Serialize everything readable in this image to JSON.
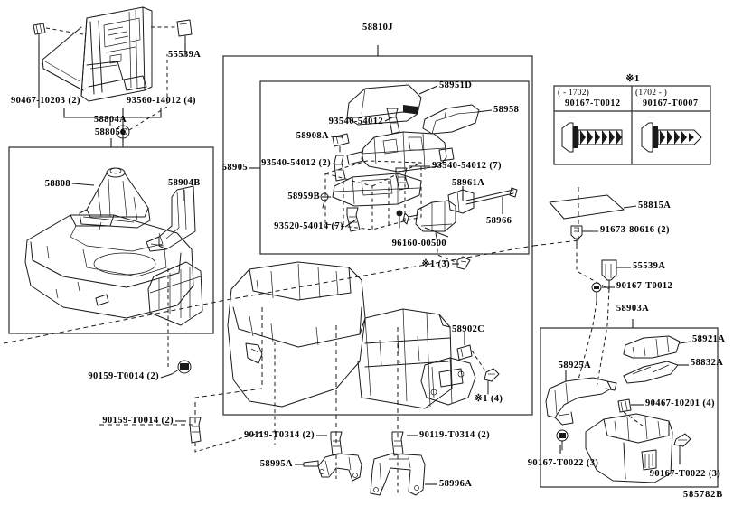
{
  "diagram": {
    "code": "585782B",
    "note_marker": "※1",
    "title_group": "58810J"
  },
  "groups": {
    "console_upper_assy": "58810J",
    "armrest_box_assy": "58905",
    "console_box_assy": "58805C",
    "shift_panel_group": "58804A",
    "rear_console_group": "58903A"
  },
  "labels": {
    "top_left": [
      {
        "id": "l_90467_10203",
        "text": "90467-10203 (2)"
      },
      {
        "id": "l_93560_14012",
        "text": "93560-14012 (4)"
      },
      {
        "id": "l_55539A_top",
        "text": "55539A"
      },
      {
        "id": "l_58804A",
        "text": "58804A"
      },
      {
        "id": "l_58805C",
        "text": "58805C"
      }
    ],
    "console_box": [
      {
        "id": "l_58808",
        "text": "58808"
      },
      {
        "id": "l_58904B",
        "text": "58904B"
      }
    ],
    "upper_assy": [
      {
        "id": "l_58810J",
        "text": "58810J"
      },
      {
        "id": "l_58905",
        "text": "58905"
      },
      {
        "id": "l_58951D",
        "text": "58951D"
      },
      {
        "id": "l_58958",
        "text": "58958"
      },
      {
        "id": "l_93540_54012",
        "text": "93540-54012"
      },
      {
        "id": "l_58908A",
        "text": "58908A"
      },
      {
        "id": "l_93540_54012_2",
        "text": "93540-54012 (2)"
      },
      {
        "id": "l_93540_54012_7",
        "text": "93540-54012 (7)"
      },
      {
        "id": "l_58959B",
        "text": "58959B"
      },
      {
        "id": "l_58961A",
        "text": "58961A"
      },
      {
        "id": "l_58966",
        "text": "58966"
      },
      {
        "id": "l_93520_54014_7",
        "text": "93520-54014 (7)"
      },
      {
        "id": "l_96160_00500",
        "text": "96160-00500"
      },
      {
        "id": "l_note1_3",
        "text": "※1 (3)"
      },
      {
        "id": "l_58902C",
        "text": "58902C"
      },
      {
        "id": "l_note1_4",
        "text": "※1 (4)"
      }
    ],
    "right_column": [
      {
        "id": "l_58815A",
        "text": "58815A"
      },
      {
        "id": "l_91673_80616",
        "text": "91673-80616 (2)"
      },
      {
        "id": "l_55539A_right",
        "text": "55539A"
      },
      {
        "id": "l_90167_T0012_right",
        "text": "90167-T0012"
      },
      {
        "id": "l_58903A",
        "text": "58903A"
      }
    ],
    "rear_console": [
      {
        "id": "l_58921A",
        "text": "58921A"
      },
      {
        "id": "l_58832A",
        "text": "58832A"
      },
      {
        "id": "l_58925A",
        "text": "58925A"
      },
      {
        "id": "l_90467_10201",
        "text": "90467-10201 (4)"
      },
      {
        "id": "l_90167_T0022_left",
        "text": "90167-T0022 (3)"
      },
      {
        "id": "l_90167_T0022_right",
        "text": "90167-T0022 (3)"
      }
    ],
    "bottom": [
      {
        "id": "l_90159_T0014_a",
        "text": "90159-T0014 (2)"
      },
      {
        "id": "l_90159_T0014_b",
        "text": "90159-T0014 (2)"
      },
      {
        "id": "l_90119_T0314_a",
        "text": "90119-T0314 (2)"
      },
      {
        "id": "l_90119_T0314_b",
        "text": "90119-T0314 (2)"
      },
      {
        "id": "l_58995A",
        "text": "58995A"
      },
      {
        "id": "l_58996A",
        "text": "58996A"
      }
    ]
  },
  "note_table": {
    "marker": "※1",
    "columns": [
      {
        "range": "(    - 1702)",
        "part": "90167-T0012",
        "icon": "screw-round-head-icon"
      },
      {
        "range": "(1702 -    )",
        "part": "90167-T0007",
        "icon": "screw-pointed-tip-icon"
      }
    ]
  },
  "colors": {
    "line": "#1a1a1a",
    "background": "#ffffff",
    "box_border": "#2a2a2a"
  }
}
